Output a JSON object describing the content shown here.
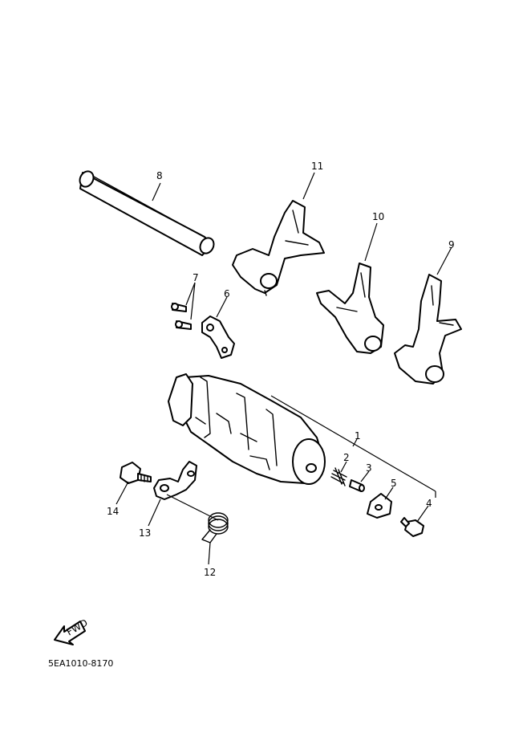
{
  "callouts": [
    "1",
    "2",
    "3",
    "4",
    "5",
    "6",
    "7",
    "8",
    "9",
    "10",
    "11",
    "12",
    "13",
    "14"
  ],
  "fwd_label": "FWD",
  "diagram_code": "5EA1010-8170"
}
